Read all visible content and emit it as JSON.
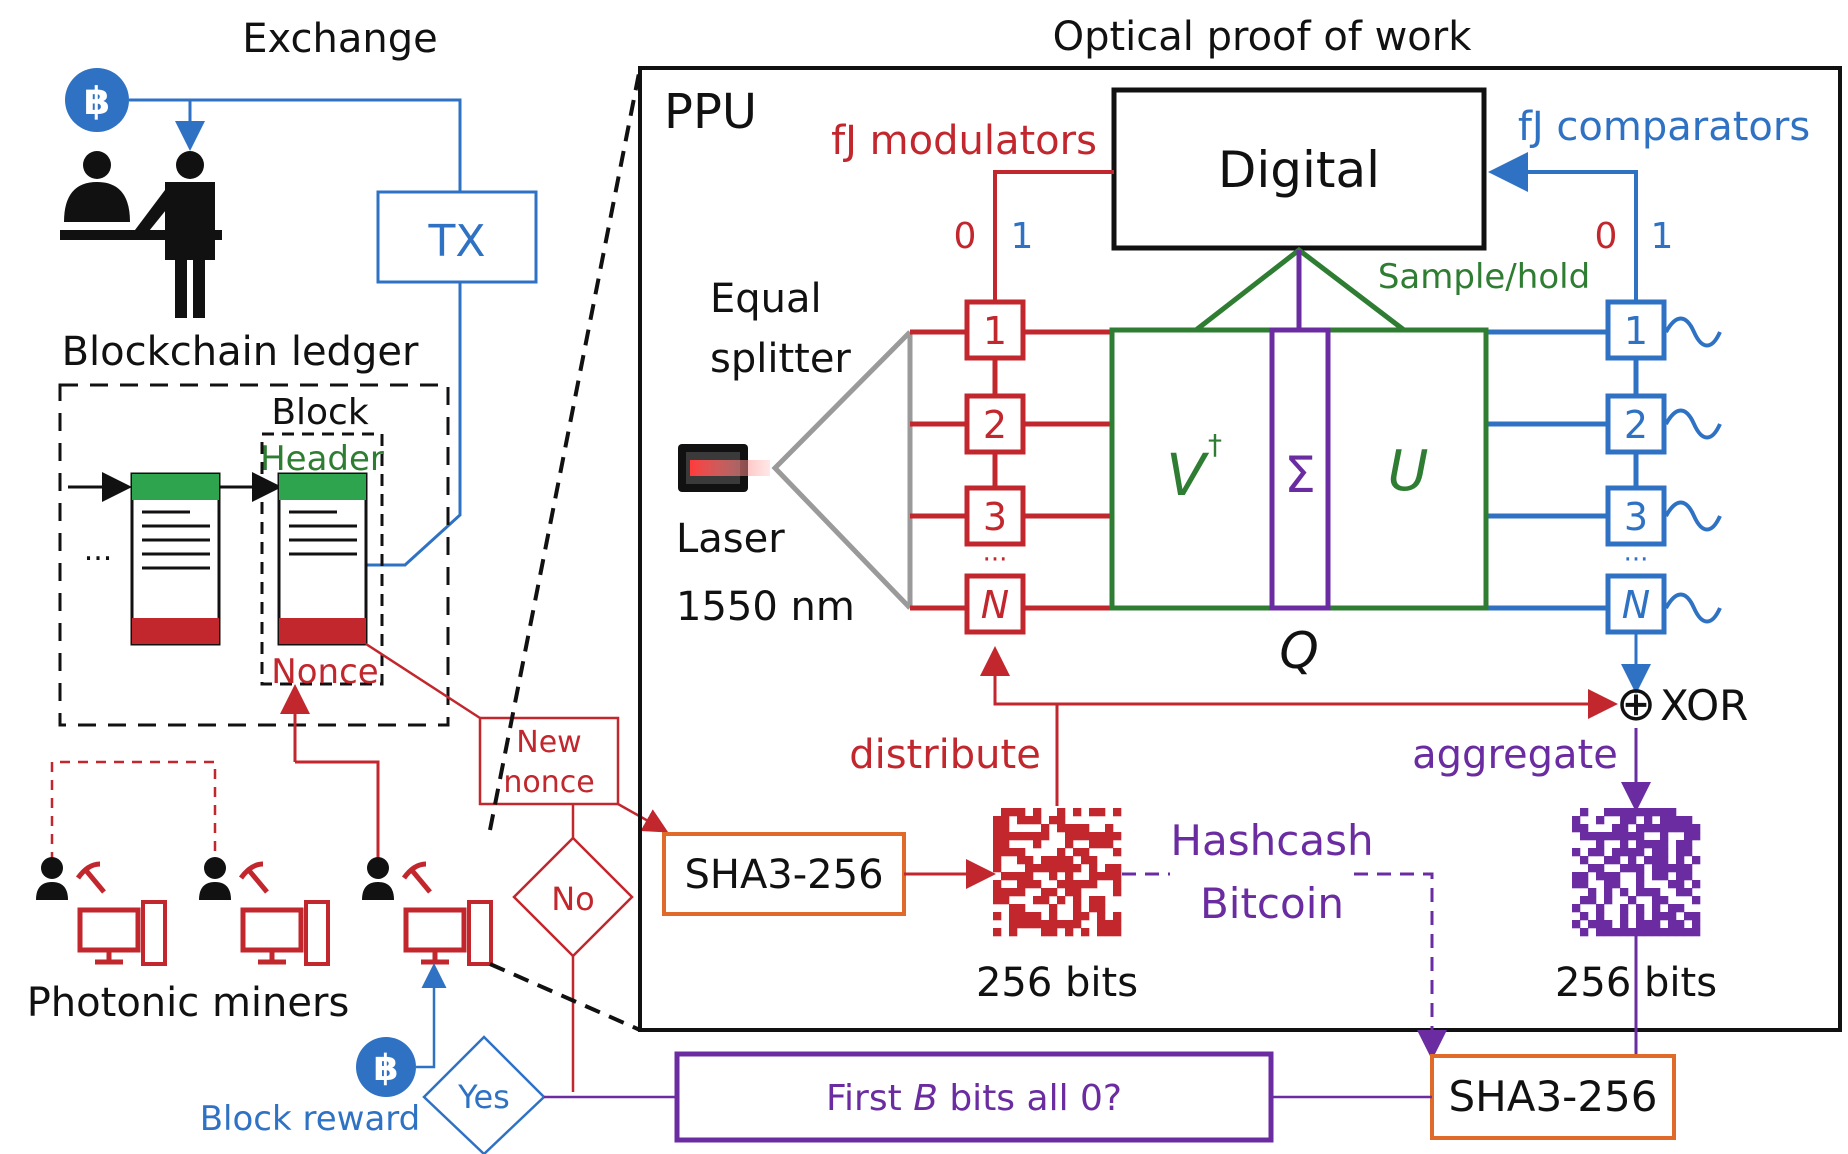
{
  "titles": {
    "exchange": "Exchange",
    "optical": "Optical proof of work"
  },
  "left": {
    "tx": "TX",
    "ledger": "Blockchain ledger",
    "block": "Block",
    "header": "Header",
    "ellipsis": "...",
    "nonce": "Nonce",
    "new_nonce_1": "New",
    "new_nonce_2": "nonce",
    "no": "No",
    "yes": "Yes",
    "miners": "Photonic miners",
    "block_reward": "Block reward",
    "bitcoin_symbol": "฿"
  },
  "ppu": {
    "label": "PPU",
    "modulators": "fJ modulators",
    "comparators": "fJ comparators",
    "digital": "Digital",
    "sample_hold": "Sample/hold",
    "splitter_1": "Equal",
    "splitter_2": "splitter",
    "laser_1": "Laser",
    "laser_2": "1550 nm",
    "mod_bits": [
      "0",
      "1"
    ],
    "cmp_bits": [
      "0",
      "1"
    ],
    "channels": [
      "1",
      "2",
      "3",
      "N"
    ],
    "dots": "···",
    "v_dagger": "V",
    "dagger": "†",
    "sigma": "Σ",
    "u": "U",
    "q": "Q",
    "xor": "XOR",
    "xor_symbol": "⊕",
    "distribute": "distribute",
    "aggregate": "aggregate",
    "hashcash": "Hashcash",
    "bitcoin": "Bitcoin",
    "bits_left": "256 bits",
    "bits_right": "256 bits"
  },
  "bottom": {
    "sha_left": "SHA3-256",
    "sha_right": "SHA3-256",
    "condition_pre": "First ",
    "condition_b": "B",
    "condition_post": " bits all 0?"
  },
  "colors": {
    "red": "#c1272d",
    "blue": "#2f72c4",
    "green": "#2e7d32",
    "purple": "#6a2ca0",
    "orange": "#e06a2a",
    "gray": "#9a9a9a",
    "black": "#111111"
  }
}
